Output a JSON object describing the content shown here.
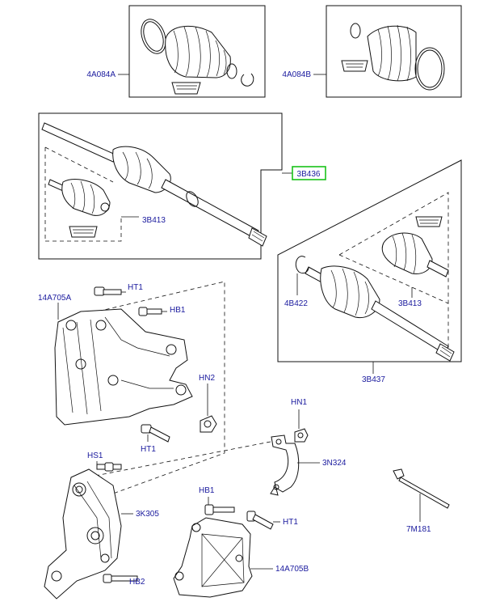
{
  "labels": {
    "boot_kit_outer": "4A084A",
    "boot_kit_inner": "4A084B",
    "front_drive_shaft_lh": "3B436",
    "cv_joint_lh": "3B413",
    "front_drive_shaft_rh": "3B437",
    "circlip": "4B422",
    "cv_joint_rh": "3B413",
    "bracket_upper": "14A705A",
    "bolt_ht1_top": "HT1",
    "bolt_hb1_top": "HB1",
    "nut_hn2": "HN2",
    "bolt_ht1_mid": "HT1",
    "nut_hn1": "HN1",
    "strap_3n324": "3N324",
    "stud_hs1": "HS1",
    "bearing_support": "3K305",
    "bolt_hb2": "HB2",
    "bolt_hb1_bottom": "HB1",
    "bolt_ht1_bottom": "HT1",
    "bracket_lower": "14A705B",
    "cable_tie": "7M181"
  },
  "highlight_color": "#19c219",
  "label_color": "#1a1a9e"
}
